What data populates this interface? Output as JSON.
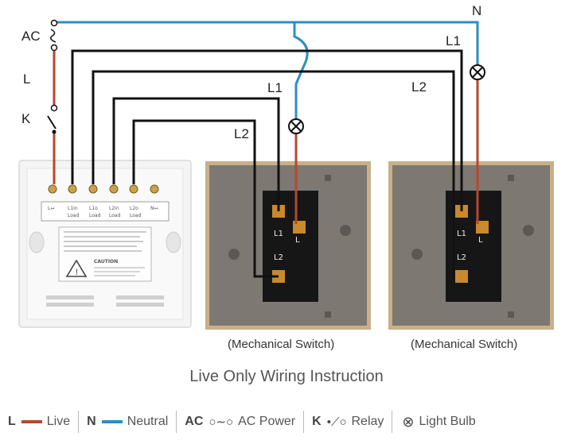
{
  "labels": {
    "ac": "AC",
    "l": "L",
    "k": "K",
    "n": "N",
    "l1_right": "L1",
    "l2_right": "L2",
    "l1_mid": "L1",
    "l2_mid": "L2"
  },
  "captions": {
    "left_switch": "(Mechanical Switch)",
    "right_switch": "(Mechanical Switch)"
  },
  "title": "Live Only Wiring Instruction",
  "smart_switch": {
    "terminals": [
      "L↔",
      "L1in",
      "L1o",
      "L2in",
      "L2o",
      "N↔"
    ],
    "terminal_sub": [
      "",
      "Load",
      "Load",
      "Load",
      "Load",
      ""
    ],
    "caution": "CAUTION"
  },
  "mech_switch_terminals": [
    "L1",
    "L",
    "L2"
  ],
  "legend": {
    "live_key": "L",
    "live_label": "Live",
    "neutral_key": "N",
    "neutral_label": "Neutral",
    "ac_key": "AC",
    "ac_glyph": "○∼○",
    "ac_label": "AC Power",
    "relay_key": "K",
    "relay_glyph": "•⟋○",
    "relay_label": "Relay",
    "bulb_glyph": "⊗",
    "bulb_label": "Light Bulb"
  },
  "colors": {
    "live": "#b5472e",
    "neutral": "#2a8fc4",
    "wire": "#111111",
    "plate": "#7e7873",
    "frame": "#c8b08a"
  }
}
